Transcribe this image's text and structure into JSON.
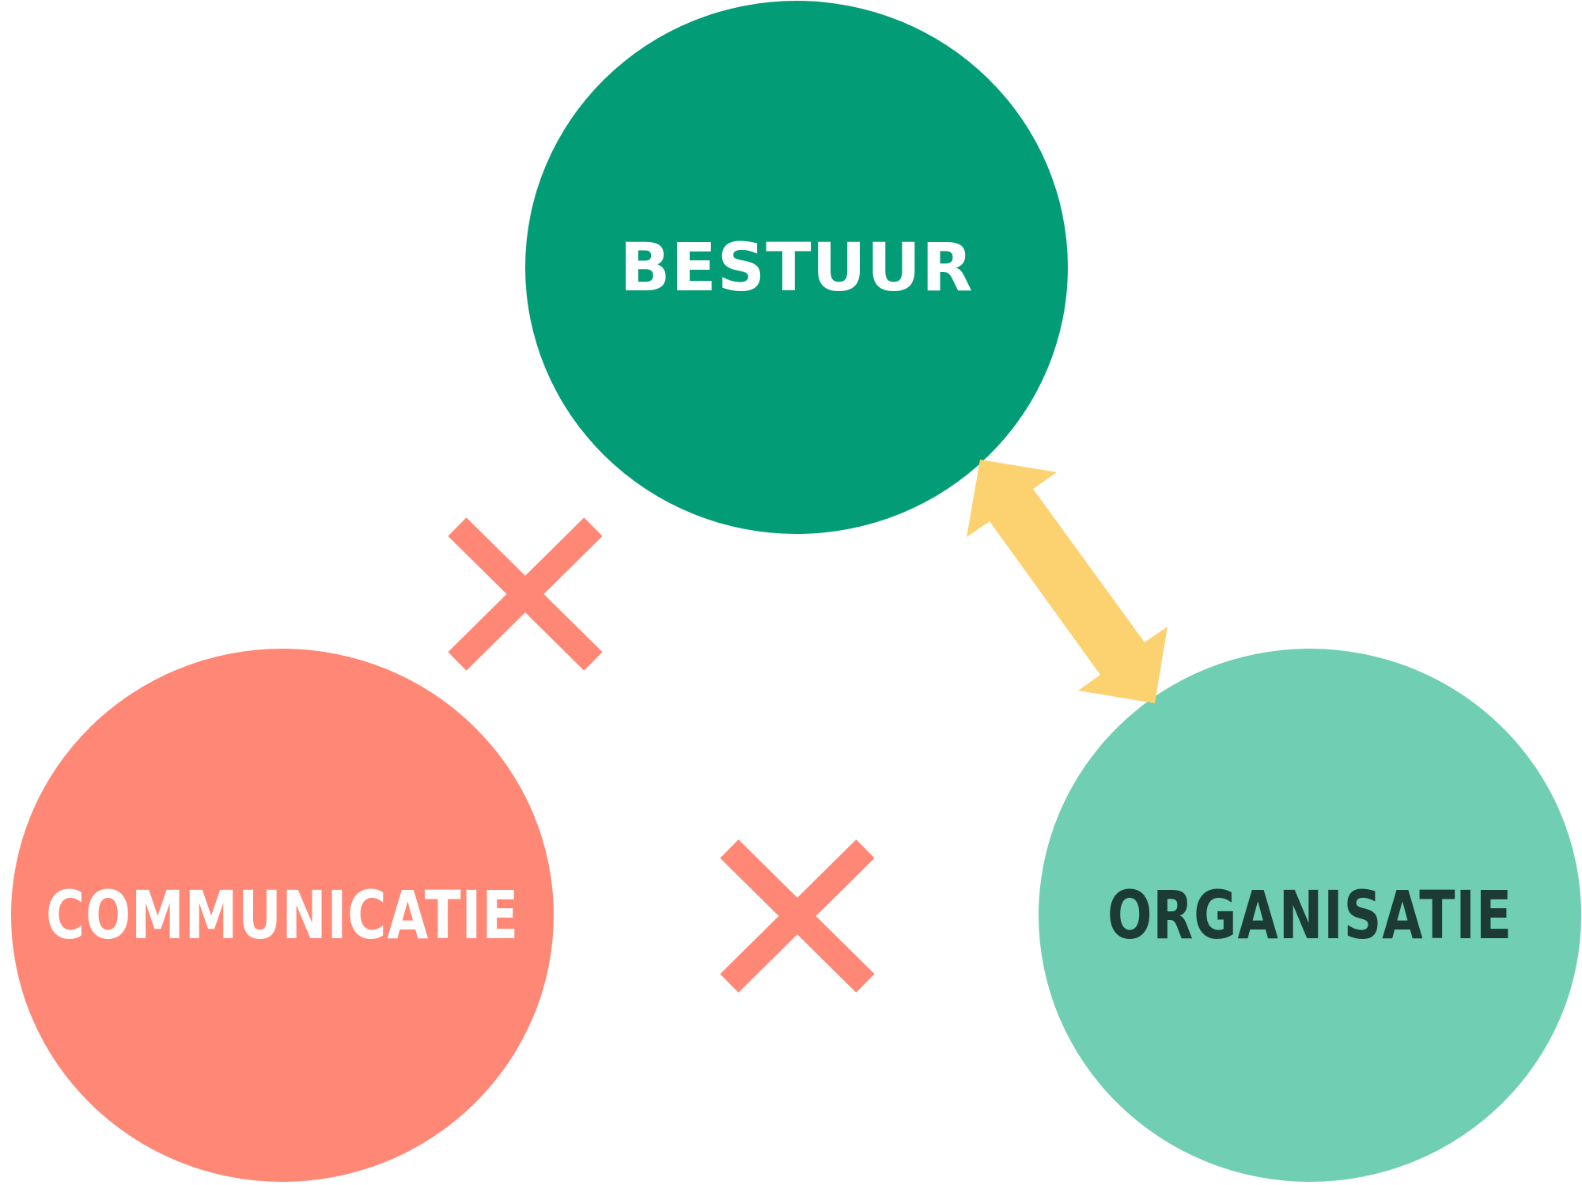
{
  "nodes": {
    "bestuur": {
      "label": "BESTUUR",
      "fill": "#029C77",
      "text_color": "#FFFFFF"
    },
    "communicatie": {
      "label": "COMMUNICATIE",
      "fill": "#FF8775",
      "text_color": "#FFFFFF"
    },
    "organisatie": {
      "label": "ORGANISATIE",
      "fill": "#70CEB2",
      "text_color": "#1B3B33"
    }
  },
  "connections": [
    {
      "from": "bestuur",
      "to": "organisatie",
      "type": "bidirectional-arrow",
      "color": "#FCD271"
    },
    {
      "from": "bestuur",
      "to": "communicatie",
      "type": "broken",
      "marker": "x-icon",
      "color": "#FF8775"
    },
    {
      "from": "communicatie",
      "to": "organisatie",
      "type": "broken",
      "marker": "x-icon",
      "color": "#FF8775"
    }
  ]
}
